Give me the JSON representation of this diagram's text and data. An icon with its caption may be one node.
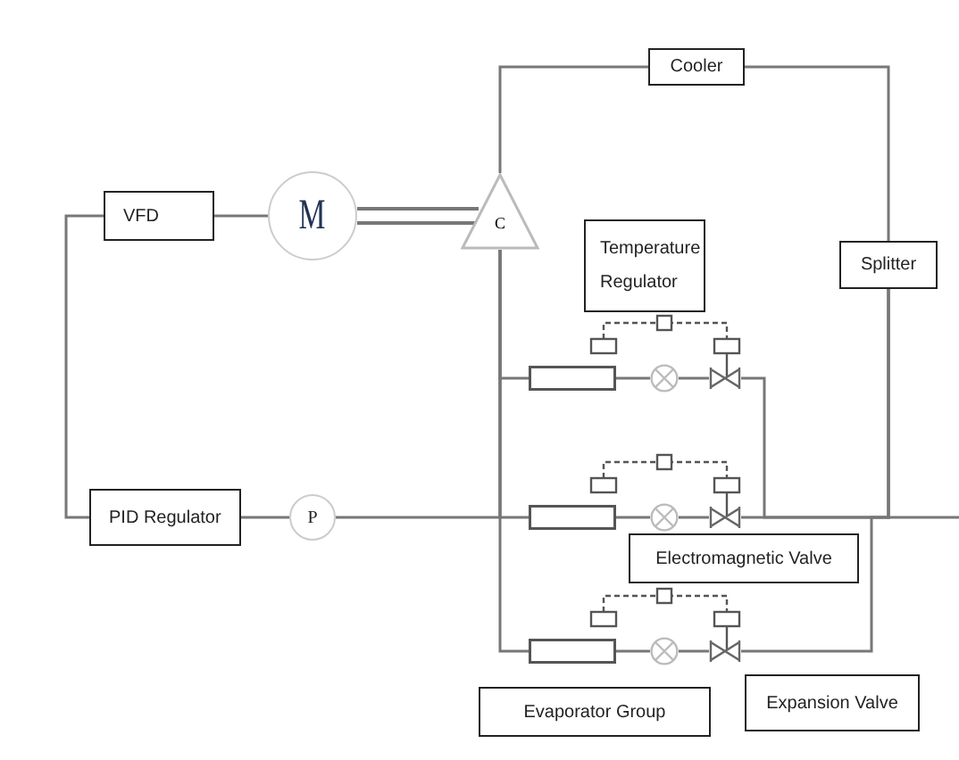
{
  "diagram": {
    "nodes": [
      {
        "text": [
          "Cooler"
        ]
      },
      {
        "text": [
          "VFD"
        ]
      },
      {
        "text": [
          "M"
        ]
      },
      {
        "text": [
          "C"
        ]
      },
      {
        "text": [
          "Temperature Regulator"
        ]
      },
      {
        "text": [
          "Splitter"
        ]
      },
      {
        "text": [
          "PID Regulator"
        ]
      },
      {
        "text": [
          "P"
        ]
      },
      {
        "text": [
          "Electromagnetic Valve"
        ]
      },
      {
        "text": [
          "Evaporator Group"
        ]
      },
      {
        "text": [
          "Expansion Valve"
        ]
      },
      {
        "text": [],
        "shape": "box"
      },
      {
        "text": [],
        "shape": "box"
      },
      {
        "text": [],
        "shape": "box"
      },
      {
        "text": [],
        "shape": "circle"
      },
      {
        "text": [],
        "shape": "circle"
      },
      {
        "text": [],
        "shape": "circle"
      },
      {
        "text": [],
        "shape": "valve"
      },
      {
        "text": [],
        "shape": "valve"
      },
      {
        "text": [],
        "shape": "valve"
      }
    ],
    "edges": [
      {
        "from": 1,
        "to": 2,
        "arrow": "none"
      },
      {
        "from": 2,
        "to": 3,
        "arrow": "none"
      },
      {
        "from": 3,
        "to": 0,
        "arrow": "none"
      },
      {
        "from": 0,
        "to": 5,
        "arrow": "none"
      },
      {
        "from": 1,
        "to": 6,
        "arrow": "none"
      },
      {
        "from": 6,
        "to": 7,
        "arrow": "none"
      },
      {
        "from": 7,
        "to": 3,
        "arrow": "none"
      },
      {
        "from": 3,
        "to": 11,
        "arrow": "none"
      },
      {
        "from": 3,
        "to": 12,
        "arrow": "none"
      },
      {
        "from": 3,
        "to": 13,
        "arrow": "none"
      },
      {
        "from": 11,
        "to": 14,
        "arrow": "none"
      },
      {
        "from": 12,
        "to": 15,
        "arrow": "none"
      },
      {
        "from": 13,
        "to": 16,
        "arrow": "none"
      },
      {
        "from": 14,
        "to": 17,
        "arrow": "none"
      },
      {
        "from": 15,
        "to": 18,
        "arrow": "none"
      },
      {
        "from": 16,
        "to": 19,
        "arrow": "none"
      },
      {
        "from": 17,
        "to": 5,
        "arrow": "none"
      },
      {
        "from": 18,
        "to": 5,
        "arrow": "none"
      },
      {
        "from": 19,
        "to": 5,
        "arrow": "none"
      }
    ]
  }
}
